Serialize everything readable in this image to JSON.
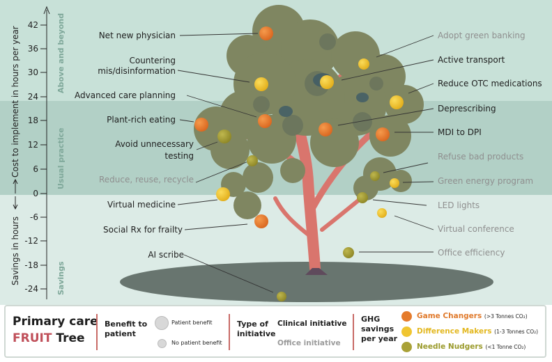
{
  "axis": {
    "y_label_cost": "Cost to implement in hours per year",
    "y_label_savings": "Savings in hours",
    "ticks": [
      "42",
      "36",
      "30",
      "24",
      "18",
      "12",
      "6",
      "0",
      "-6",
      "-12",
      "-18",
      "-24"
    ]
  },
  "bands": {
    "above": "Above and beyond",
    "usual": "Usual practice",
    "savings": "Savings"
  },
  "initiatives": {
    "net_new_physician": "Net new physician",
    "countering_1": "Countering",
    "countering_2": "mis/disinformation",
    "advanced_care": "Advanced care planning",
    "plant_rich": "Plant-rich eating",
    "avoid_1": "Avoid unnecessary",
    "avoid_2": "testing",
    "reduce_reuse": "Reduce, reuse, recycle",
    "virtual_medicine": "Virtual medicine",
    "social_rx": "Social Rx for frailty",
    "ai_scribe": "AI scribe",
    "adopt_banking": "Adopt green banking",
    "active_transport": "Active transport",
    "reduce_otc": "Reduce OTC medications",
    "deprescribing": "Deprescribing",
    "mdi_dpi": "MDI to DPI",
    "refuse_bad": "Refuse bad products",
    "green_energy": "Green energy program",
    "led_lights": "LED lights",
    "virtual_conference": "Virtual conference",
    "office_efficiency": "Office efficiency"
  },
  "legend": {
    "title_line1": "Primary care",
    "title_fruit": "FRUIT",
    "title_tree": "Tree",
    "benefit_header_1": "Benefit to",
    "benefit_header_2": "patient",
    "patient_benefit": "Patient benefit",
    "no_patient_benefit": "No patient benefit",
    "type_header_1": "Type of",
    "type_header_2": "initiative",
    "clinical": "Clinical initiative",
    "office": "Office initiative",
    "ghg_header_1": "GHG",
    "ghg_header_2": "savings",
    "ghg_header_3": "per year",
    "game_changers": "Game Changers",
    "game_changers_sub": "(>3 Tonnes CO₂)",
    "difference_makers": "Difference Makers",
    "difference_makers_sub": "(1-3 Tonnes CO₂)",
    "needle_nudgers": "Needle Nudgers",
    "needle_nudgers_sub": "(<1 Tonne CO₂)"
  },
  "colors": {
    "band_top": "#c8e1d8",
    "band_mid": "#b2d0c6",
    "band_bottom": "#dcebe6",
    "foliage": "#7f8661",
    "trunk": "#d9756d",
    "shadow": "#68756f",
    "orange": "#e57b2c",
    "yellow": "#f0c531",
    "olive": "#a9a137",
    "clinical_text": "#1e1e1e",
    "office_text": "#8f8f8f"
  }
}
